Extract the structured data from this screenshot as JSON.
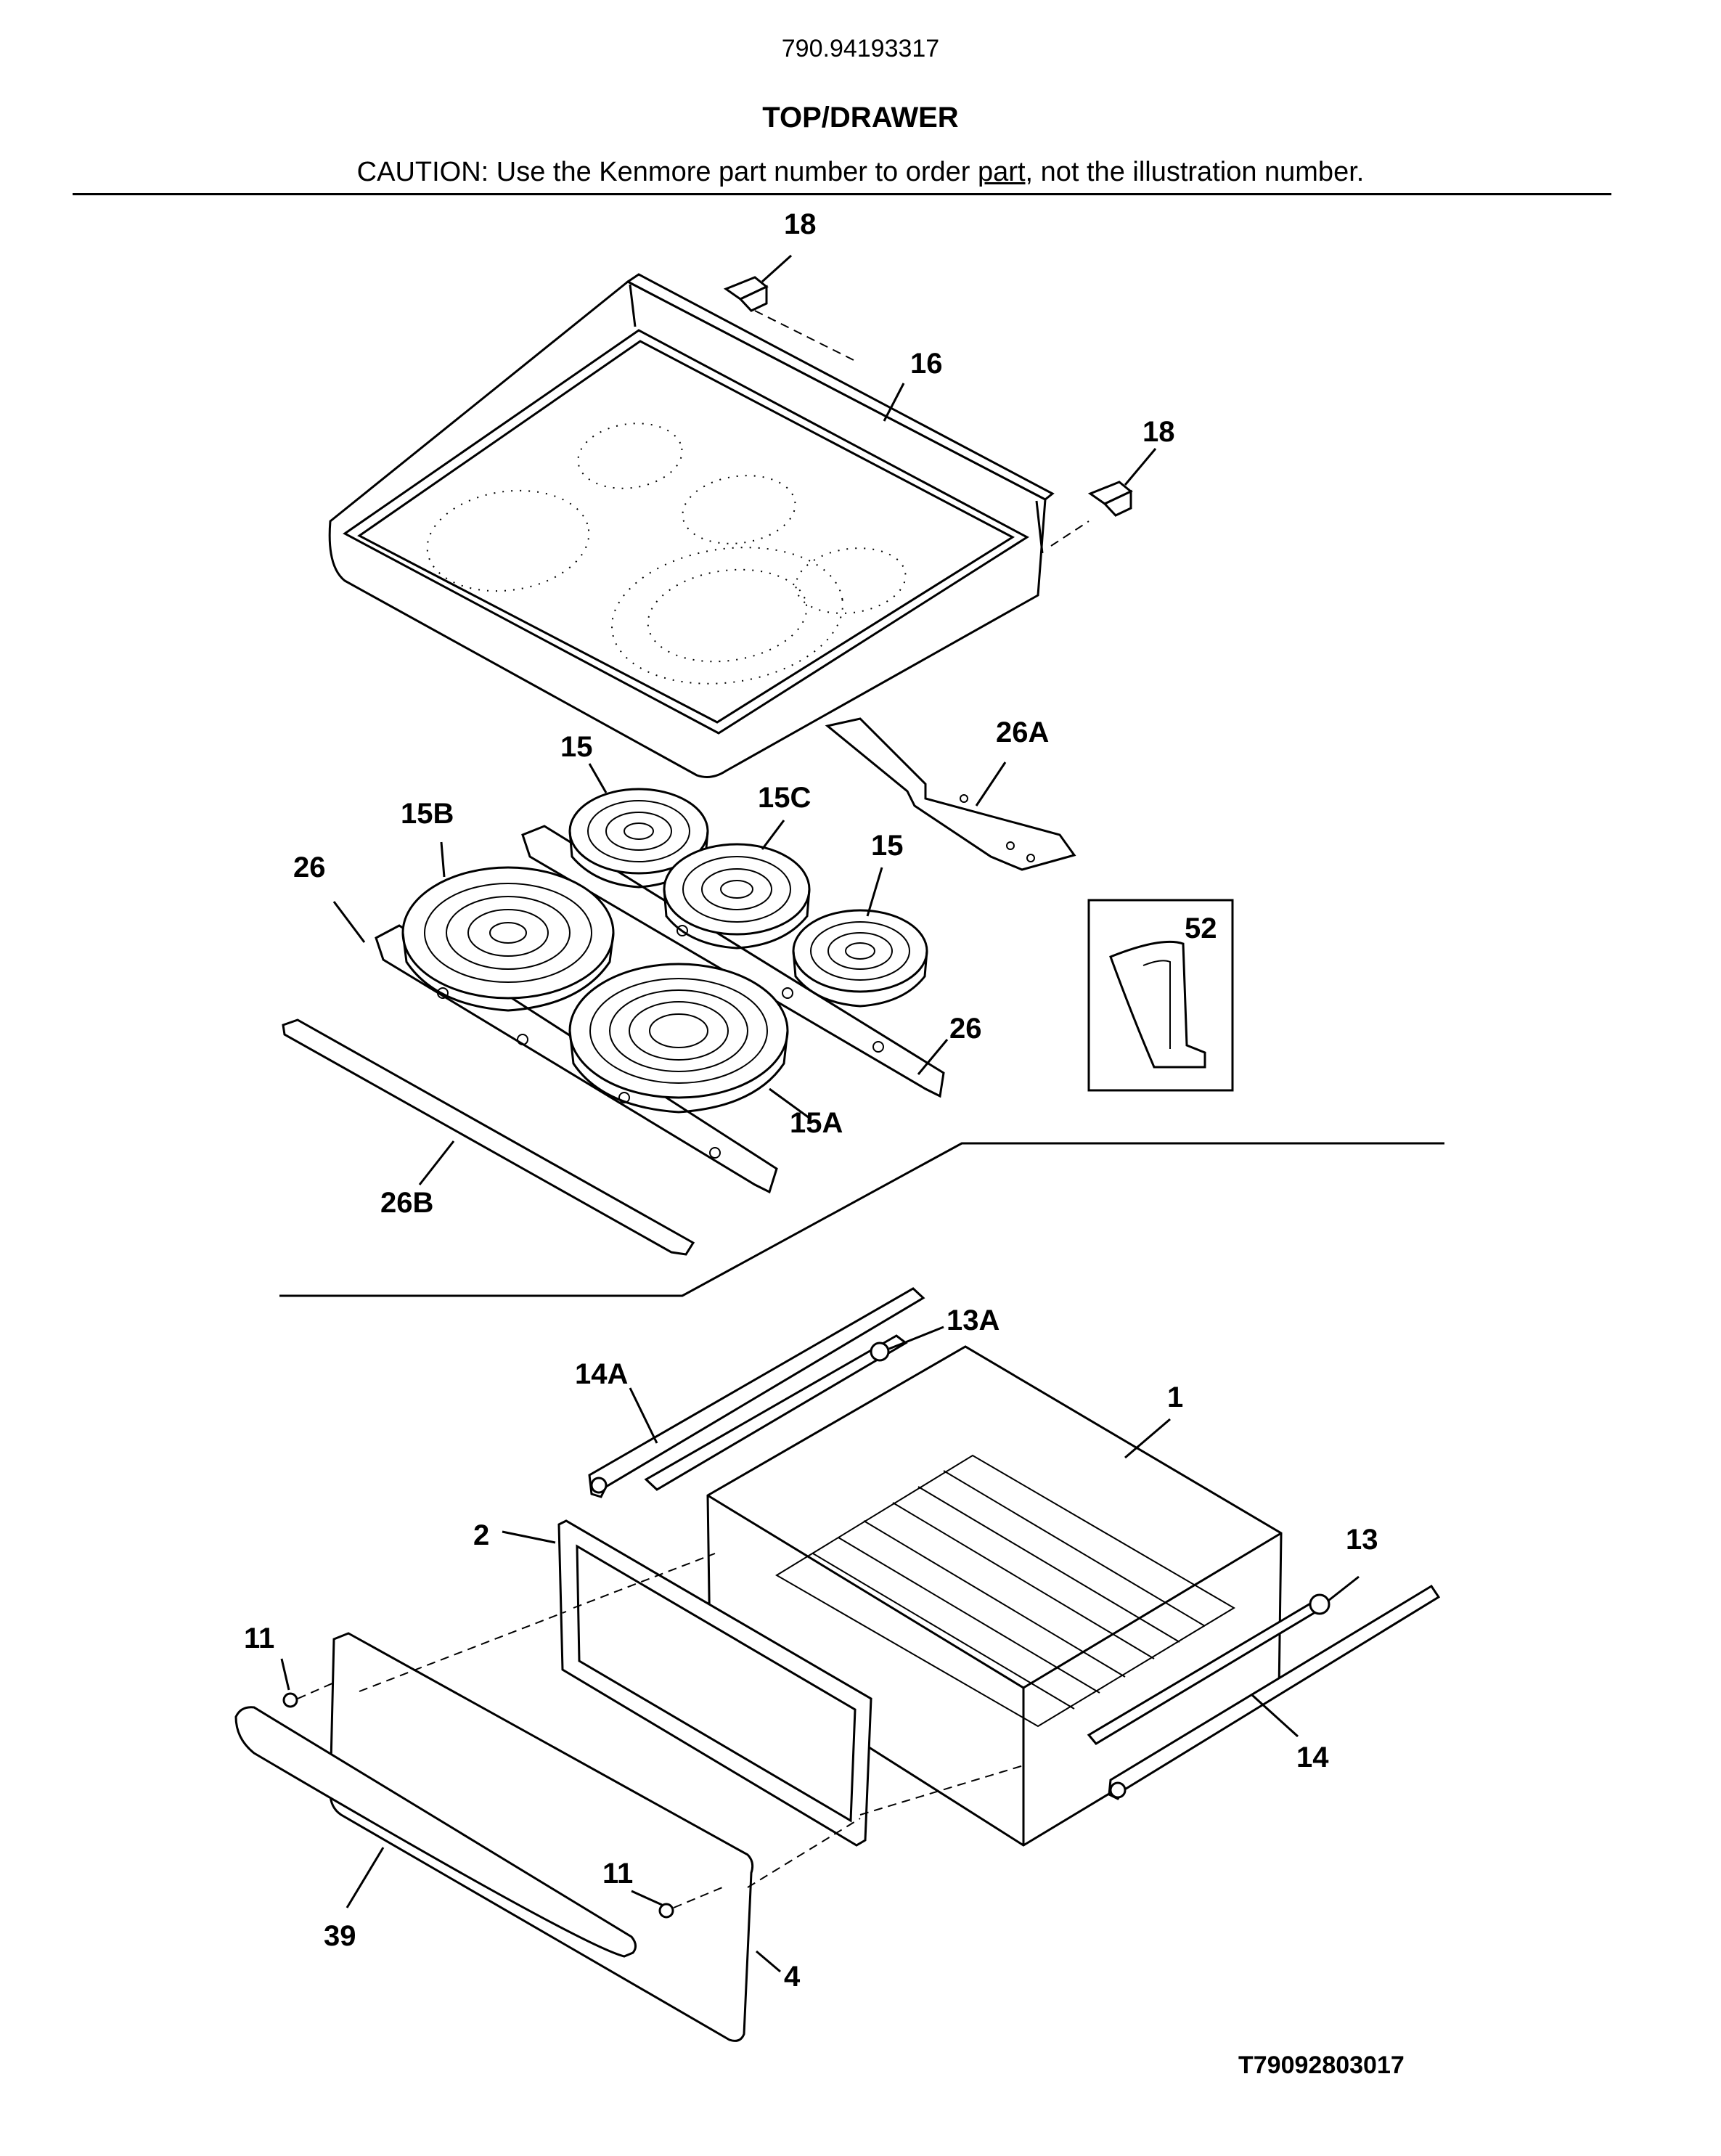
{
  "header": {
    "model_number": "790.94193317",
    "section_title": "TOP/DRAWER",
    "caution_prefix": "CAUTION: Use the Kenmore part number to order ",
    "caution_link": "part",
    "caution_suffix": ", not the illustration number."
  },
  "callouts": [
    {
      "id": "c18a",
      "text": "18"
    },
    {
      "id": "c16",
      "text": "16"
    },
    {
      "id": "c18b",
      "text": "18"
    },
    {
      "id": "c26A",
      "text": "26A"
    },
    {
      "id": "c15a",
      "text": "15"
    },
    {
      "id": "c15C",
      "text": "15C"
    },
    {
      "id": "c15B",
      "text": "15B"
    },
    {
      "id": "c15b",
      "text": "15"
    },
    {
      "id": "c26a",
      "text": "26"
    },
    {
      "id": "c52",
      "text": "52"
    },
    {
      "id": "c26b",
      "text": "26"
    },
    {
      "id": "c15A",
      "text": "15A"
    },
    {
      "id": "c26B",
      "text": "26B"
    },
    {
      "id": "c13A",
      "text": "13A"
    },
    {
      "id": "c14A",
      "text": "14A"
    },
    {
      "id": "c1",
      "text": "1"
    },
    {
      "id": "c2",
      "text": "2"
    },
    {
      "id": "c13",
      "text": "13"
    },
    {
      "id": "c11a",
      "text": "11"
    },
    {
      "id": "c14",
      "text": "14"
    },
    {
      "id": "c11b",
      "text": "11"
    },
    {
      "id": "c39",
      "text": "39"
    },
    {
      "id": "c4",
      "text": "4"
    }
  ],
  "footer": {
    "reference_code": "T79092803017"
  }
}
